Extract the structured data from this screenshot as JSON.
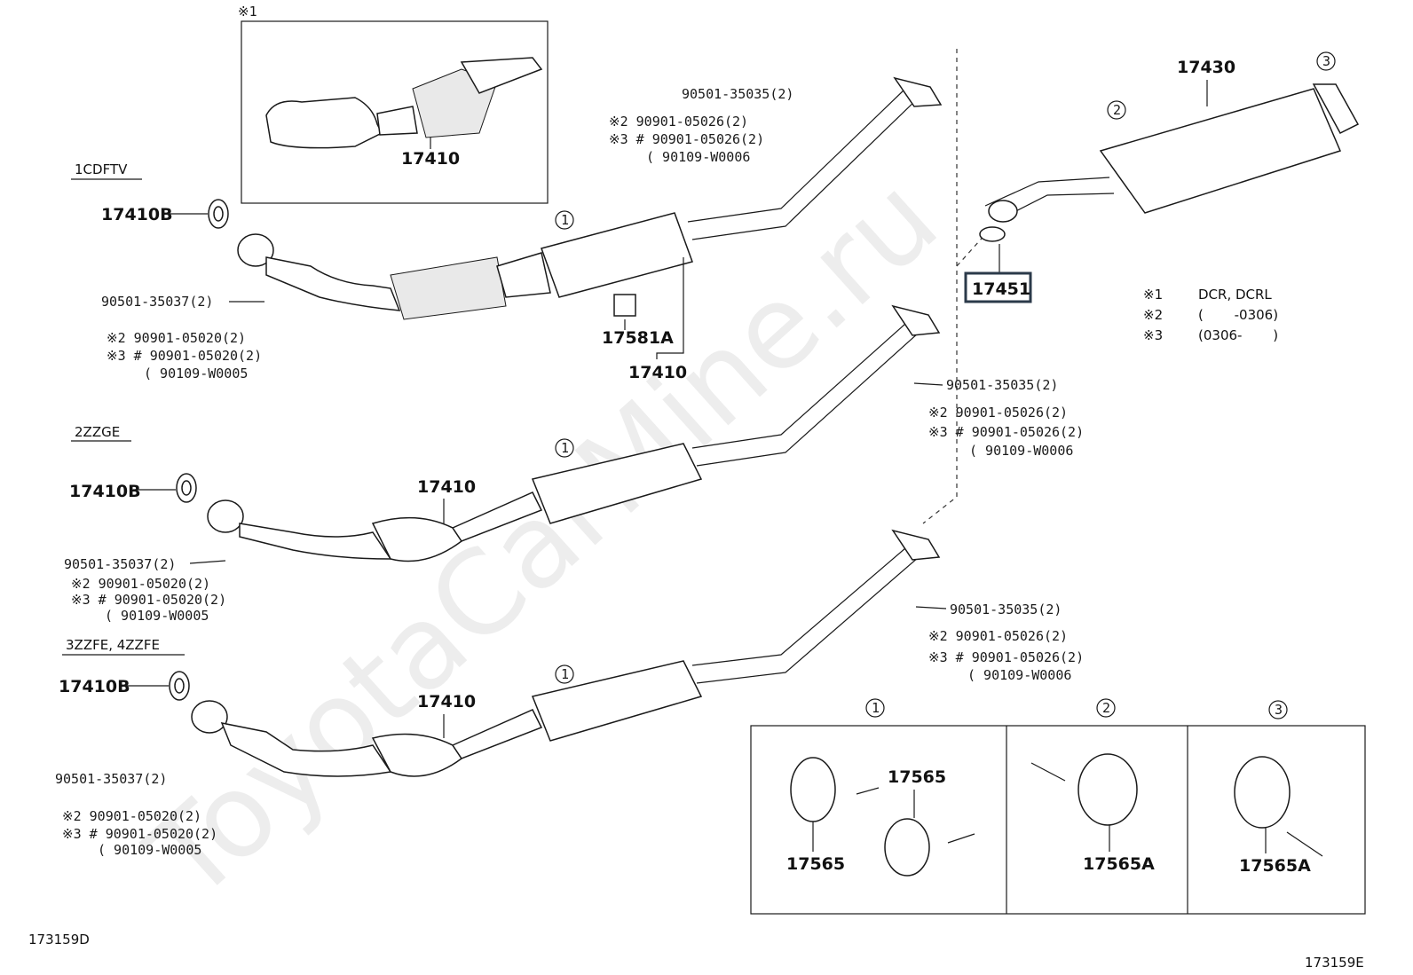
{
  "watermark": "ToyotaCarMine.ru",
  "inset_note": "※1",
  "engines": [
    "1CDFTV",
    "2ZZGE",
    "3ZZFE, 4ZZFE"
  ],
  "ref_codes": {
    "left": "173159D",
    "right": "173159E"
  },
  "legend": [
    {
      "mark": "※1",
      "text": "DCR, DCRL"
    },
    {
      "mark": "※2",
      "text": "(　　 -0306)"
    },
    {
      "mark": "※3",
      "text": "(0306-　　 )"
    }
  ],
  "circles": [
    "1",
    "2",
    "3"
  ],
  "parts": {
    "p17410": "17410",
    "p17410b": "17410B",
    "p17581a": "17581A",
    "p17430": "17430",
    "p17451": "17451",
    "p17565": "17565",
    "p17565a": "17565A"
  },
  "fasteners": {
    "spring_a": "90501-35035(2)",
    "spring_b": "90501-35037(2)",
    "bolt_a2": "※2  90901-05026(2)",
    "bolt_a3": "※3 # 90901-05026(2)",
    "bolt_a_alt": "( 90109-W0006",
    "bolt_b2": "※2  90901-05020(2)",
    "bolt_b3": "※3 # 90901-05020(2)",
    "bolt_b_alt": "( 90109-W0005"
  }
}
